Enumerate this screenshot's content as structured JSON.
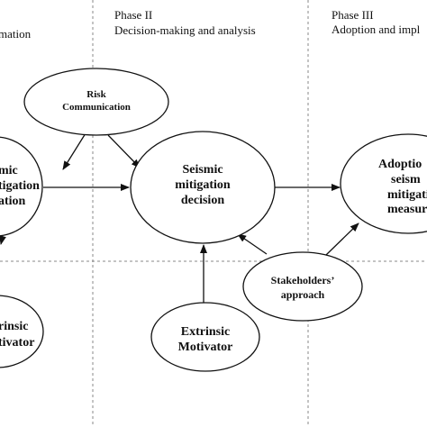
{
  "phases": [
    {
      "id": "p1",
      "title": "",
      "subtitle": "mation"
    },
    {
      "id": "p2",
      "title": "Phase II",
      "subtitle": "Decision-making and analysis"
    },
    {
      "id": "p3",
      "title": "Phase III",
      "subtitle": "Adoption and impl"
    }
  ],
  "nodes": [
    {
      "id": "risk",
      "lines": [
        "Risk",
        "Communication"
      ]
    },
    {
      "id": "left",
      "lines": [
        "mic",
        "tigation",
        "ation"
      ]
    },
    {
      "id": "decision",
      "lines": [
        "Seismic",
        "mitigation",
        "decision"
      ]
    },
    {
      "id": "adoption",
      "lines": [
        "Adoptio",
        "seism",
        "mitigati",
        "measur"
      ]
    },
    {
      "id": "stake",
      "lines": [
        "Stakeholders’",
        "approach"
      ]
    },
    {
      "id": "extrinsic",
      "lines": [
        "Extrinsic",
        "Motivator"
      ]
    },
    {
      "id": "leftlow",
      "lines": [
        "rinsic",
        "tivator"
      ]
    }
  ],
  "edges": [
    {
      "from": "risk",
      "to": "left"
    },
    {
      "from": "risk",
      "to": "decision"
    },
    {
      "from": "left",
      "to": "decision"
    },
    {
      "from": "decision",
      "to": "adoption"
    },
    {
      "from": "stake",
      "to": "decision"
    },
    {
      "from": "stake",
      "to": "adoption"
    },
    {
      "from": "extrinsic",
      "to": "decision"
    },
    {
      "from": "left",
      "to": "left-below"
    }
  ]
}
